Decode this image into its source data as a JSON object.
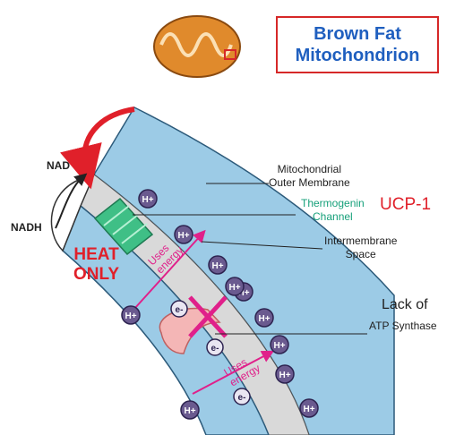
{
  "title": {
    "line1": "Brown Fat",
    "line2": "Mitochondrion",
    "color": "#1f5fbf",
    "border_color": "#d62828"
  },
  "labels": {
    "outer_membrane": [
      "Mitochondrial",
      "Outer Membrane"
    ],
    "thermogenin": [
      "Thermogenin",
      "Channel"
    ],
    "ucp1": "UCP-1",
    "intermembrane": [
      "Intermembrane",
      "Space"
    ],
    "lack_of": "Lack of",
    "atp_synthase": "ATP Synthase",
    "nad": "NAD",
    "nadh": "NADH",
    "heat": [
      "HEAT",
      "ONLY"
    ],
    "uses_energy": [
      "Uses",
      "energy"
    ]
  },
  "ions": {
    "h_plus": "H+",
    "electron": "e-"
  },
  "colors": {
    "membrane_fill": "#9ccbe6",
    "intermembrane_fill": "#d9d9d9",
    "channel_green": "#3fbf86",
    "proton_fill": "#6a5a8f",
    "arrow_red": "#e0202a",
    "arrow_magenta": "#e0208a",
    "synthase_pink": "#f4b6b6",
    "mitochondrion_orange": "#e08a2c"
  }
}
